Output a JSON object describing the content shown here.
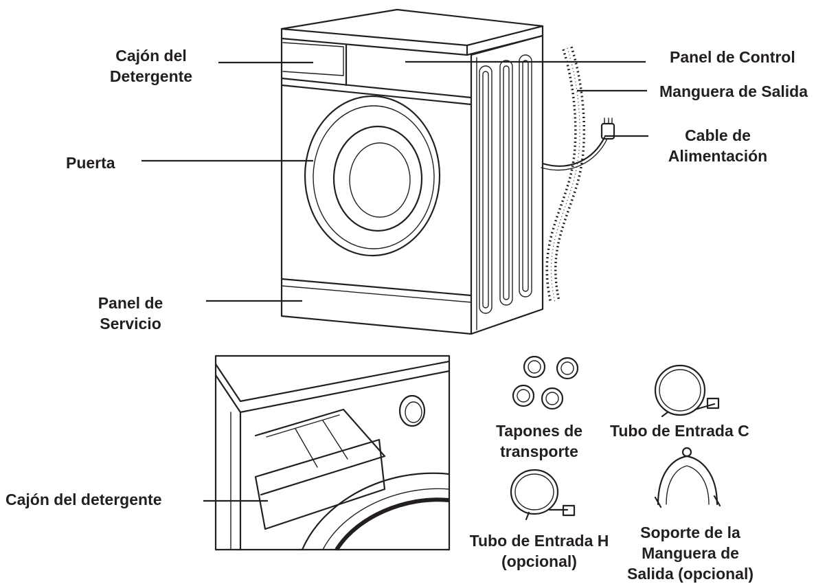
{
  "labels": {
    "detergent_drawer": [
      "Cajón del",
      "Detergente"
    ],
    "control_panel": "Panel de Control",
    "drain_hose": "Manguera de Salida",
    "power_cable": [
      "Cable de",
      "Alimentación"
    ],
    "door": "Puerta",
    "service_panel": [
      "Panel de",
      "Servicio"
    ],
    "drawer_detail": "Cajón del detergente",
    "transport_plugs": [
      "Tapones de",
      "transporte"
    ],
    "inlet_hose_c": "Tubo de Entrada C",
    "inlet_hose_h": [
      "Tubo de Entrada H",
      "(opcional)"
    ],
    "hose_support": [
      "Soporte de la",
      "Manguera de",
      "Salida (opcional)"
    ]
  }
}
